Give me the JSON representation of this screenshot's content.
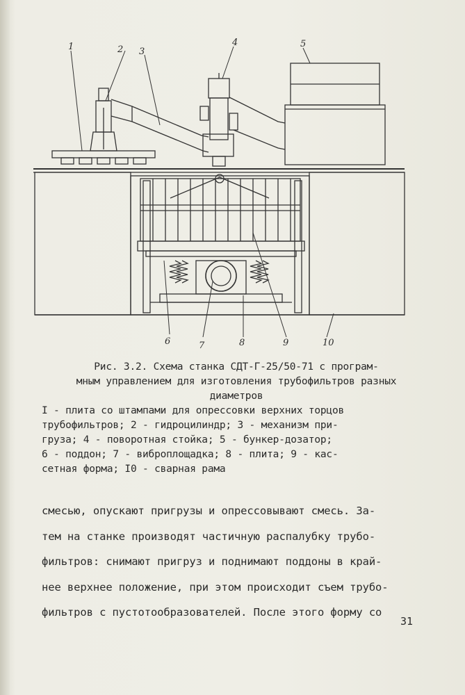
{
  "figure": {
    "labels": [
      "1",
      "2",
      "3",
      "4",
      "5",
      "6",
      "7",
      "8",
      "9",
      "10"
    ]
  },
  "caption": {
    "title_lines": [
      "Рис. 3.2. Схема станка СДТ-Г-25/50-71 с програм-",
      "мным управлением для изготовления трубофильтров разных",
      "диаметров"
    ],
    "legend_lines": [
      "I - плита со штампами для опрессовки верхних торцов",
      "трубофильтров; 2 - гидроцилиндр; 3 - механизм при-",
      "груза; 4 - поворотная стойка; 5 - бункер-дозатор;",
      "6 - поддон; 7 - виброплощадка; 8 - плита; 9 - кас-",
      "сетная форма; I0 - сварная рама"
    ]
  },
  "body": {
    "lines": [
      "смесью, опускают пригрузы и опрессовывают смесь. За-",
      "тем на станке производят частичную распалубку трубо-",
      "фильтров: снимают пригруз и поднимают поддоны в край-",
      "нее верхнее положение, при этом происходит съем трубо-",
      "фильтров с пустотообразователей. После этого форму со"
    ]
  },
  "page_number": "31"
}
